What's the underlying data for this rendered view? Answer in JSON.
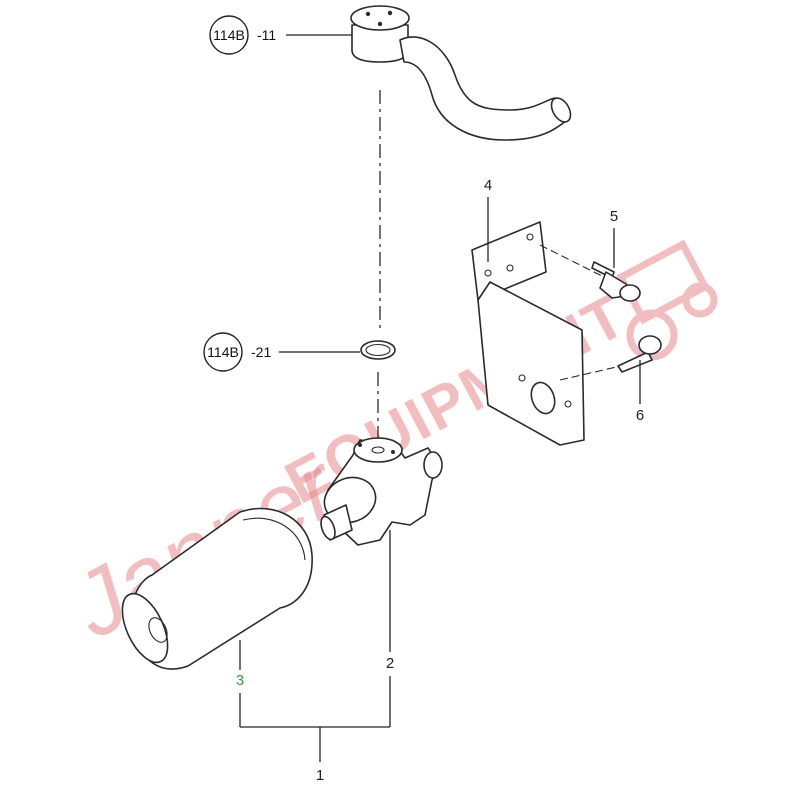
{
  "callouts": {
    "ref_114b_11": {
      "circle_text": "114B",
      "suffix": "-11"
    },
    "ref_114b_21": {
      "circle_text": "114B",
      "suffix": "-21"
    },
    "item_1": "1",
    "item_2": "2",
    "item_3": "3",
    "item_4": "4",
    "item_5": "5",
    "item_6": "6"
  },
  "watermark": {
    "script_text": "Janner",
    "block_text": "EQUIPMENT"
  },
  "colors": {
    "line": "#2b2b2b",
    "watermark": "#e8888a",
    "item_3_label": "#3a9a3a"
  }
}
